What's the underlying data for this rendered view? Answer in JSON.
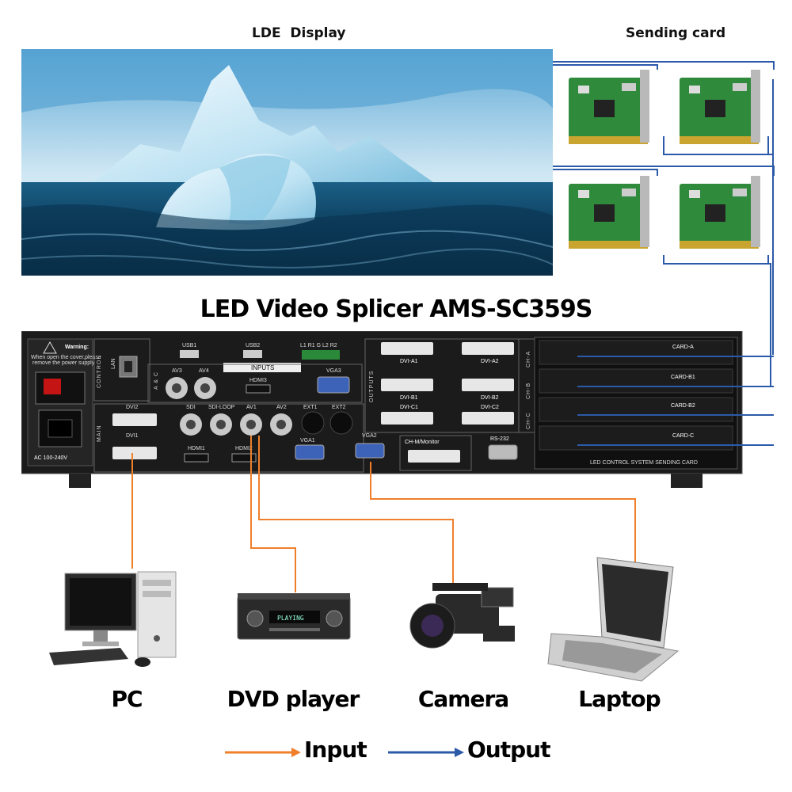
{
  "header": {
    "display_label": "LDE  Display",
    "sending_card_label": "Sending card"
  },
  "device": {
    "title": "LED Video Splicer AMS-SC359S",
    "warning_title": "Warning:",
    "warning_line1": "When open the cover,please",
    "warning_line2": "remove the power supply",
    "power_label": "AC  100-240V",
    "control_label": "CONTROL",
    "lan_label": "LAN",
    "usb1": "USB1",
    "usb2": "USB2",
    "inputs_label": "INPUTS",
    "leds_label": "L1  R1  G  L2  R2",
    "av3": "AV3",
    "av4": "AV4",
    "a_c": "A & C",
    "hdmi3": "HDMI3",
    "vga3": "VGA3",
    "main_label": "MAIN",
    "dvi2": "DVI2",
    "dvi1": "DVI1",
    "sdi": "SDI",
    "sdi_loop": "SDI-LOOP",
    "av1": "AV1",
    "av2": "AV2",
    "ext1": "EXT1",
    "ext2": "EXT2",
    "hdmi1": "HDMI1",
    "hdmi2": "HDMI2",
    "vga1": "VGA1",
    "vga2": "VGA2",
    "outputs_label": "OUTPUTS",
    "dvi_a1": "DVI-A1",
    "dvi_a2": "DVI-A2",
    "dvi_b1": "DVI-B1",
    "dvi_b2": "DVI-B2",
    "dvi_c1": "DVI-C1",
    "dvi_c2": "DVI-C2",
    "ch_a": "CH-A",
    "ch_b": "CH-B",
    "ch_c": "CH-C",
    "ch_monitor": "CH-M/Monitor",
    "rs232": "RS-232",
    "card_a": "CARD-A",
    "card_b1": "CARD-B1",
    "card_b2": "CARD-B2",
    "card_c": "CARD-C",
    "sending_card_footer": "LED CONTROL SYSTEM SENDING CARD"
  },
  "sources": {
    "pc": "PC",
    "dvd": "DVD player",
    "dvd_screen": "PLAYING",
    "camera": "Camera",
    "laptop": "Laptop"
  },
  "legend": {
    "input": "Input",
    "output": "Output"
  },
  "colors": {
    "input_line": "#f07f2a",
    "output_line": "#2b5aa8",
    "device_body": "#1b1b1b",
    "card_pcb": "#2f8a3c"
  }
}
